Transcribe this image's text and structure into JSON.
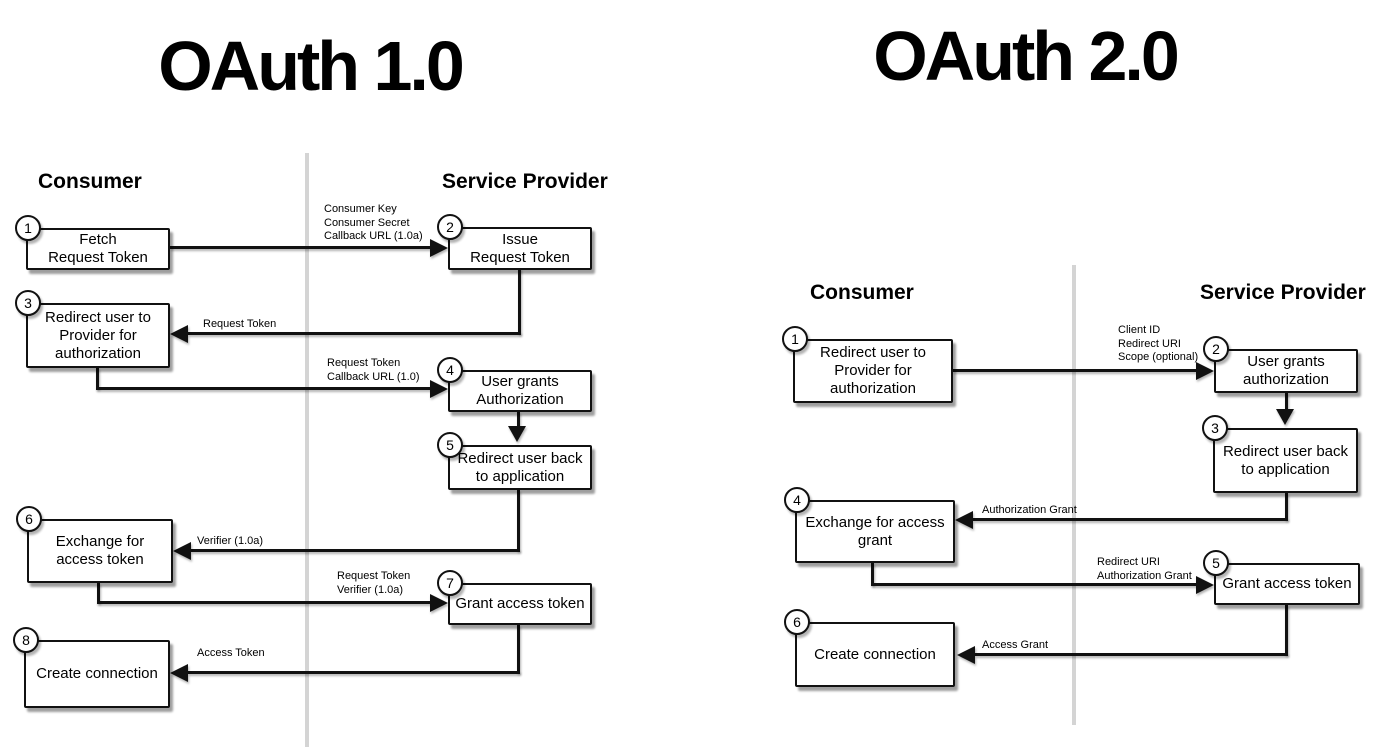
{
  "left": {
    "title": "OAuth 1.0",
    "headers": {
      "consumer": "Consumer",
      "provider": "Service Provider"
    },
    "boxes": {
      "b1": {
        "num": "1",
        "label": "Fetch\nRequest Token"
      },
      "b2": {
        "num": "2",
        "label": "Issue\nRequest Token"
      },
      "b3": {
        "num": "3",
        "label": "Redirect user to\nProvider for\nauthorization"
      },
      "b4": {
        "num": "4",
        "label": "User grants\nAuthorization"
      },
      "b5": {
        "num": "5",
        "label": "Redirect user back\nto application"
      },
      "b6": {
        "num": "6",
        "label": "Exchange for\naccess token"
      },
      "b7": {
        "num": "7",
        "label": "Grant access token"
      },
      "b8": {
        "num": "8",
        "label": "Create connection"
      }
    },
    "edge_labels": {
      "e1": "Consumer Key\nConsumer Secret\nCallback URL (1.0a)",
      "e2": "Request Token",
      "e3": "Request Token\nCallback URL (1.0)",
      "e5": "Verifier (1.0a)",
      "e6": "Request Token\nVerifier (1.0a)",
      "e7": "Access Token"
    }
  },
  "right": {
    "title": "OAuth 2.0",
    "headers": {
      "consumer": "Consumer",
      "provider": "Service Provider"
    },
    "boxes": {
      "b1": {
        "num": "1",
        "label": "Redirect user to\nProvider for\nauthorization"
      },
      "b2": {
        "num": "2",
        "label": "User grants\nauthorization"
      },
      "b3": {
        "num": "3",
        "label": "Redirect user back\nto application"
      },
      "b4": {
        "num": "4",
        "label": "Exchange for access\ngrant"
      },
      "b5": {
        "num": "5",
        "label": "Grant access token"
      },
      "b6": {
        "num": "6",
        "label": "Create connection"
      }
    },
    "edge_labels": {
      "e1": "Client ID\nRedirect URI\nScope (optional)",
      "e3": "Authorization Grant",
      "e4": "Redirect URI\nAuthorization Grant",
      "e5": "Access Grant"
    }
  }
}
